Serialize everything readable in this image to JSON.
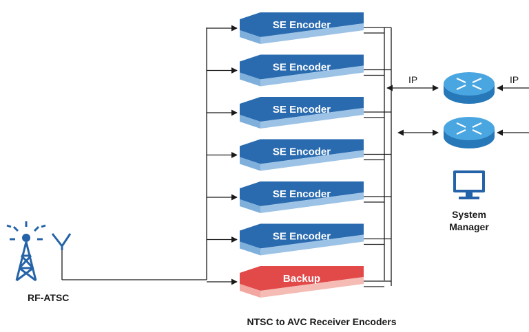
{
  "encoders": [
    {
      "label": "SE Encoder"
    },
    {
      "label": "SE Encoder"
    },
    {
      "label": "SE Encoder"
    },
    {
      "label": "SE Encoder"
    },
    {
      "label": "SE Encoder"
    },
    {
      "label": "SE Encoder"
    }
  ],
  "backup": {
    "label": "Backup"
  },
  "source": {
    "label": "RF-ATSC"
  },
  "ip": {
    "left_label": "IP",
    "right_label": "IP"
  },
  "manager": {
    "line1": "System",
    "line2": "Manager"
  },
  "caption": "NTSC to AVC Receiver Encoders",
  "colors": {
    "encoder_top": "#2a6bb0",
    "encoder_front": "#7fb0dc",
    "encoder_side": "#9cc3e6",
    "backup_top": "#e24a4a",
    "backup_front": "#f2a7a0",
    "backup_side": "#f5bcb5",
    "router": "#2f8fd0",
    "tower": "#2563a8",
    "line": "#1a1a1a"
  }
}
